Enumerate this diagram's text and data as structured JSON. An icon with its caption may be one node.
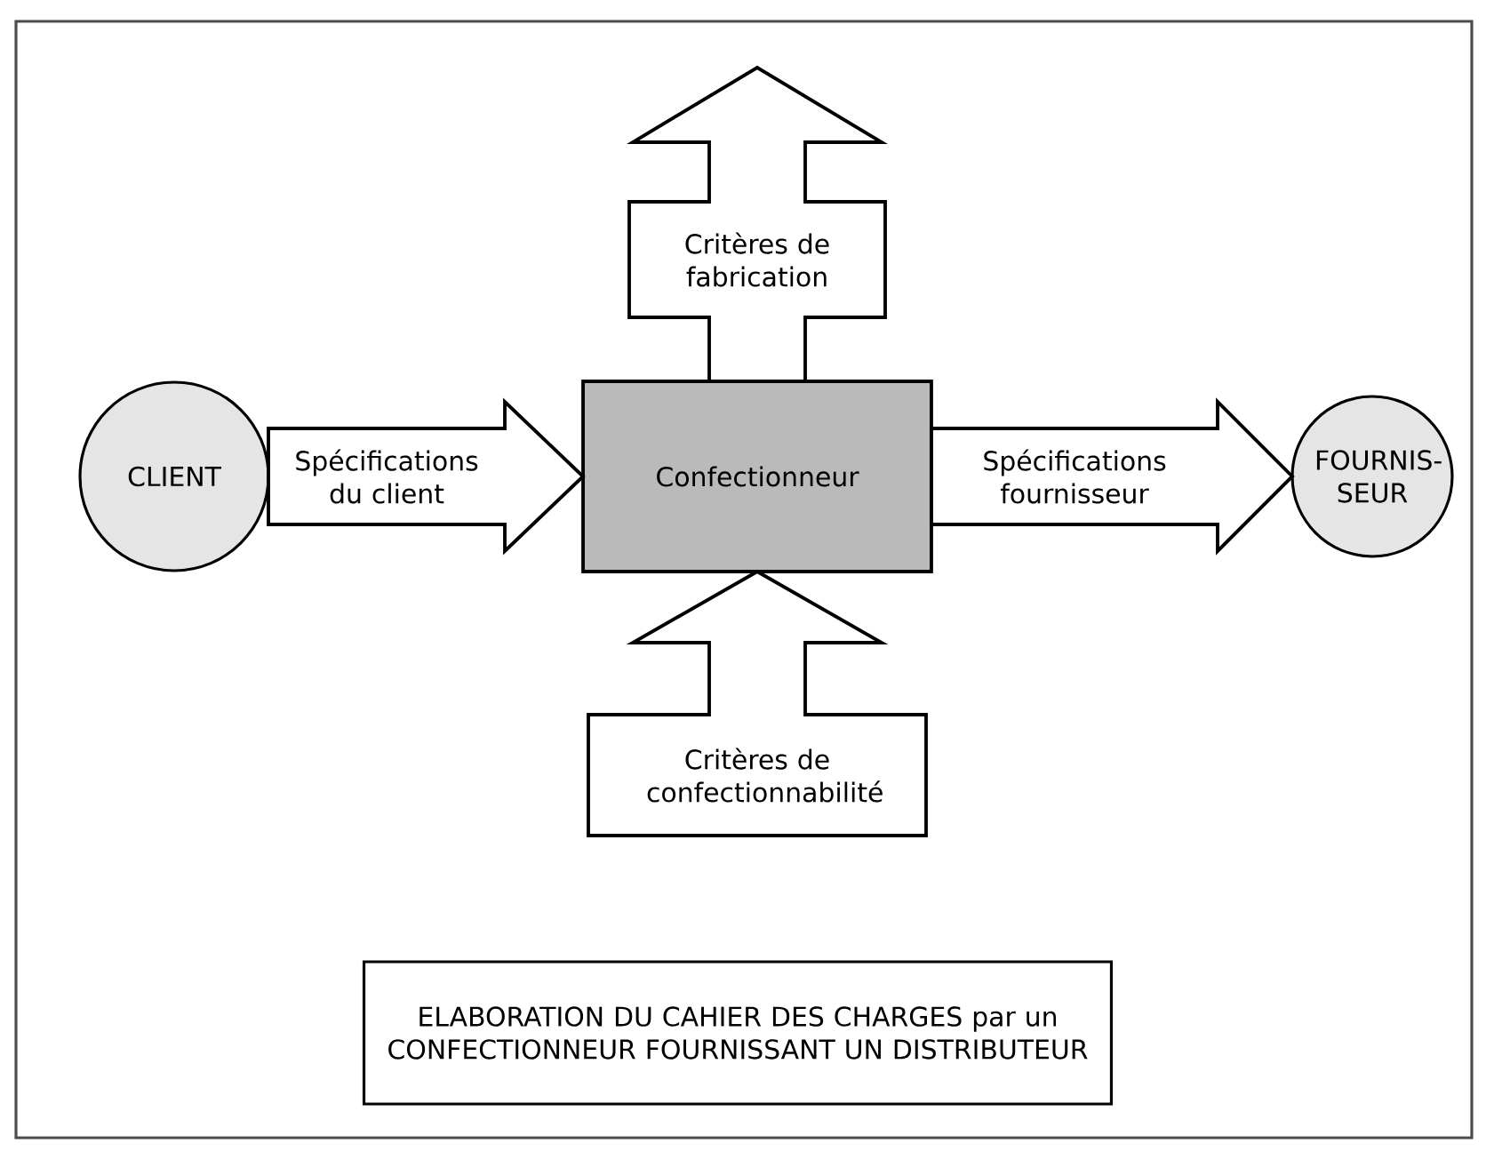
{
  "diagram": {
    "caption": "ELABORATION DU CAHIER DES CHARGES par un CONFECTIONNEUR FOURNISSANT UN DISTRIBUTEUR",
    "nodes": [
      {
        "text": [
          "CLIENT"
        ]
      },
      {
        "text": [
          "Confectionneur"
        ]
      },
      {
        "text": [
          "FOURNIS- SEUR"
        ]
      }
    ],
    "edges": [
      {
        "from": 0,
        "to": 1,
        "arrow": "to",
        "label": "Spécifications du client"
      },
      {
        "from": 1,
        "to": 2,
        "arrow": "to",
        "label": "Spécifications fournisseur"
      },
      {
        "from": 1,
        "to": null,
        "arrow": "to",
        "label": "Critères de fabrication"
      },
      {
        "from": null,
        "to": 1,
        "arrow": "to",
        "label": "Critères de confectionnabilité"
      }
    ]
  }
}
